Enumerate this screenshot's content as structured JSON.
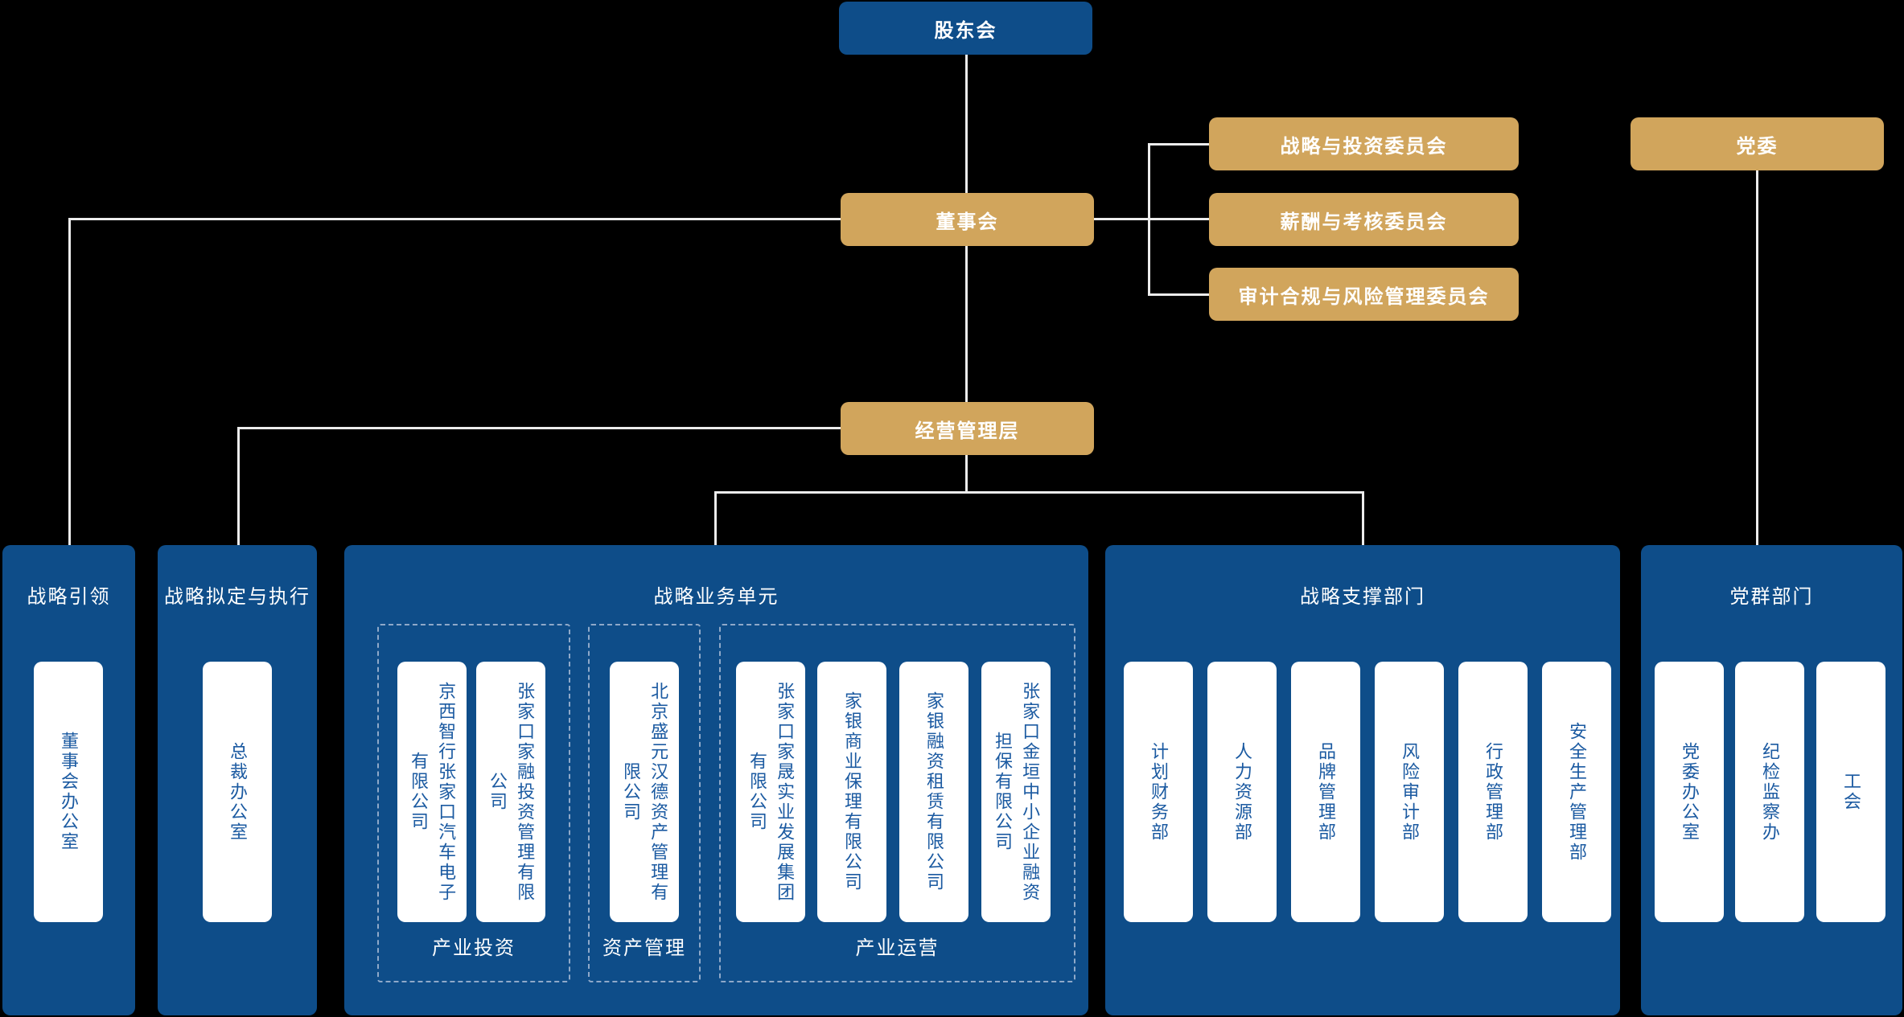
{
  "colors": {
    "background": "#000000",
    "primary_blue": "#0e4d89",
    "accent_gold": "#d1a55c",
    "connector_line": "#ececec",
    "card_background": "#ffffff",
    "card_text_blue": "#1b5aa1",
    "dashed_border": "#8fa9c9"
  },
  "nodes": {
    "shareholders": "股东会",
    "board": "董事会",
    "management": "经营管理层",
    "party_committee": "党委"
  },
  "committees": {
    "items": [
      "战略与投资委员会",
      "薪酬与考核委员会",
      "审计合规与风险管理委员会"
    ]
  },
  "panels": [
    {
      "title": "战略引领",
      "cards": [
        "董事会办公室"
      ]
    },
    {
      "title": "战略拟定与执行",
      "cards": [
        "总裁办公室"
      ]
    },
    {
      "title": "战略业务单元",
      "groups": [
        {
          "label": "产业投资",
          "cards": [
            "京西智行张家口汽车电子有限公司",
            "张家口家融投资管理有限公司"
          ]
        },
        {
          "label": "资产管理",
          "cards": [
            "北京盛元汉德资产管理有限公司"
          ]
        },
        {
          "label": "产业运营",
          "cards": [
            "张家口家晟实业发展集团有限公司",
            "家银商业保理有限公司",
            "家银融资租赁有限公司",
            "张家口金垣中小企业融资担保有限公司"
          ]
        }
      ]
    },
    {
      "title": "战略支撑部门",
      "cards": [
        "计划财务部",
        "人力资源部",
        "品牌管理部",
        "风险审计部",
        "行政管理部",
        "安全生产管理部"
      ]
    },
    {
      "title": "党群部门",
      "cards": [
        "党委办公室",
        "纪检监察办",
        "工会"
      ]
    }
  ]
}
